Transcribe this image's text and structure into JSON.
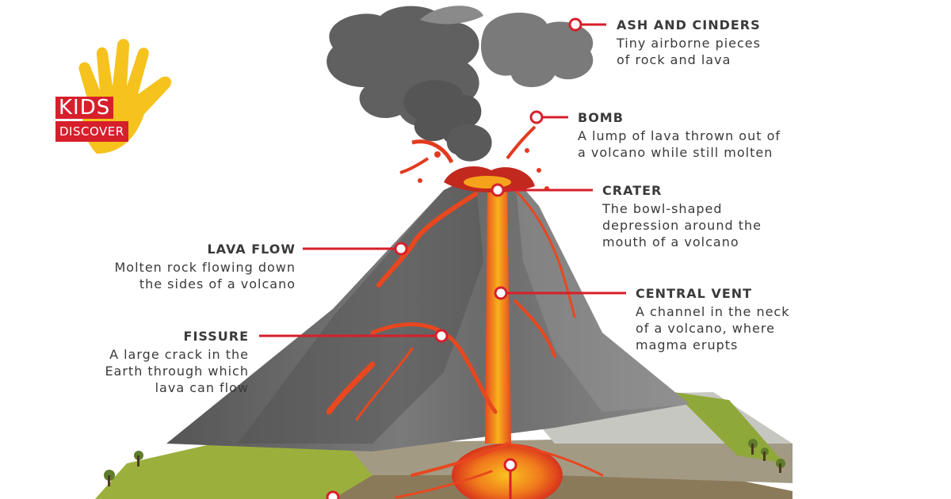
{
  "logo": {
    "line1": "KIDS",
    "line2": "DISCOVER"
  },
  "labels": {
    "ash": {
      "title": "ASH AND CINDERS",
      "desc": "Tiny airborne pieces\nof rock and lava"
    },
    "bomb": {
      "title": "BOMB",
      "desc": "A lump of lava thrown out of\na volcano while still molten"
    },
    "crater": {
      "title": "CRATER",
      "desc": "The bowl-shaped\ndepression around the\nmouth of a volcano"
    },
    "lava_flow": {
      "title": "LAVA FLOW",
      "desc": "Molten rock flowing down\nthe sides of a volcano"
    },
    "central_vent": {
      "title": "CENTRAL VENT",
      "desc": "A channel in the neck\nof a volcano, where\nmagma erupts"
    },
    "fissure": {
      "title": "FISSURE",
      "desc": "A large crack in the\nEarth through which\nlava can flow"
    }
  },
  "colors": {
    "pointer": "#d71f2b",
    "lava": "#e8471f",
    "lava_core": "#f6a21a",
    "rock": "#6a6a6a",
    "smoke": "#5f5f5f",
    "grass": "#8fa83a"
  }
}
